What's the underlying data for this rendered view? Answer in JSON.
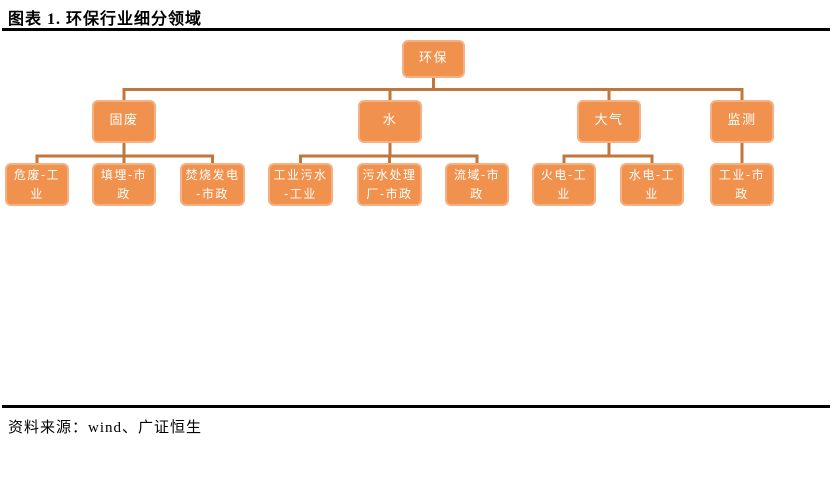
{
  "figure": {
    "title": "图表 1. 环保行业细分领域",
    "source_label": "资料来源：",
    "source_value": "wind、广证恒生"
  },
  "colors": {
    "node_fill": "#F0924E",
    "node_border": "#F5B183",
    "node_text": "#FFFFFF",
    "connector": "#C1763B",
    "rule": "#000000"
  },
  "tree": {
    "label": "环保",
    "children": [
      {
        "label": "固废",
        "children": [
          {
            "label": "危废-工\n业"
          },
          {
            "label": "填埋-市\n政"
          },
          {
            "label": "焚烧发电\n-市政"
          }
        ]
      },
      {
        "label": "水",
        "children": [
          {
            "label": "工业污水\n-工业"
          },
          {
            "label": "污水处理\n厂-市政"
          },
          {
            "label": "流域-市\n政"
          }
        ]
      },
      {
        "label": "大气",
        "children": [
          {
            "label": "火电-工\n业"
          },
          {
            "label": "水电-工\n业"
          }
        ]
      },
      {
        "label": "监测",
        "children": [
          {
            "label": "工业-市\n政"
          }
        ]
      }
    ]
  }
}
